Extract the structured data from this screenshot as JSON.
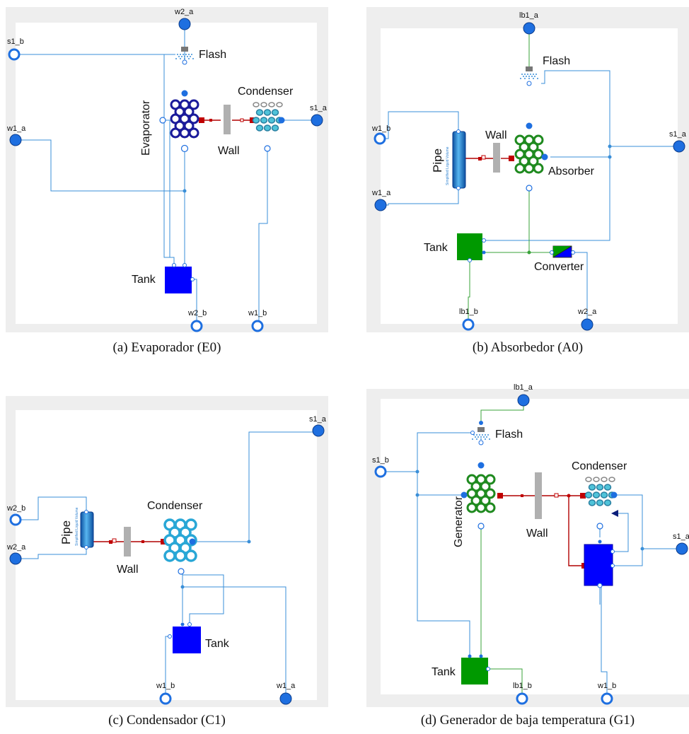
{
  "panels": {
    "a": {
      "caption": "(a)  Evaporador (E0)",
      "ports": {
        "w2_a": "w2_a",
        "s1_b": "s1_b",
        "w1_a": "w1_a",
        "s1_a": "s1_a",
        "w2_b": "w2_b",
        "w1_b": "w1_b"
      },
      "components": {
        "flash": "Flash",
        "evaporator": "Evaporator",
        "wall": "Wall",
        "condenser": "Condenser",
        "tank": "Tank"
      }
    },
    "b": {
      "caption": "(b)  Absorbedor (A0)",
      "ports": {
        "lb1_a": "lb1_a",
        "w1_b": "w1_b",
        "s1_a": "s1_a",
        "w1_a": "w1_a",
        "lb1_b": "lb1_b",
        "w2_a": "w2_a"
      },
      "components": {
        "flash": "Flash",
        "pipe": "Pipe",
        "pipe_sub": "Simplified Liquid Volume",
        "wall": "Wall",
        "absorber": "Absorber",
        "tank": "Tank",
        "converter": "Converter"
      }
    },
    "c": {
      "caption": "(c)  Condensador (C1)",
      "ports": {
        "s1_a": "s1_a",
        "w2_b": "w2_b",
        "w2_a": "w2_a",
        "w1_b": "w1_b",
        "w1_a": "w1_a"
      },
      "components": {
        "pipe": "Pipe",
        "pipe_sub": "Simplified Liquid Volume",
        "wall": "Wall",
        "condenser": "Condenser",
        "tank": "Tank"
      }
    },
    "d": {
      "caption": "(d)  Generador de baja temperatura (G1)",
      "ports": {
        "lb1_a": "lb1_a",
        "s1_b": "s1_b",
        "s1_a": "s1_a",
        "lb1_b": "lb1_b",
        "w1_b": "w1_b"
      },
      "components": {
        "flash": "Flash",
        "generator": "Generator",
        "wall": "Wall",
        "condenser": "Condenser",
        "tank": "Tank"
      }
    }
  },
  "colors": {
    "panel_bg": "#eeeeee",
    "water_line": "#3a8fd8",
    "liquid_line": "#3aa33a",
    "heat_line": "#b00000",
    "tank_blue": "#0000ff",
    "tank_green": "#009900",
    "port_blue": "#1e6fe0",
    "wall_gray": "#b0b0b0"
  }
}
